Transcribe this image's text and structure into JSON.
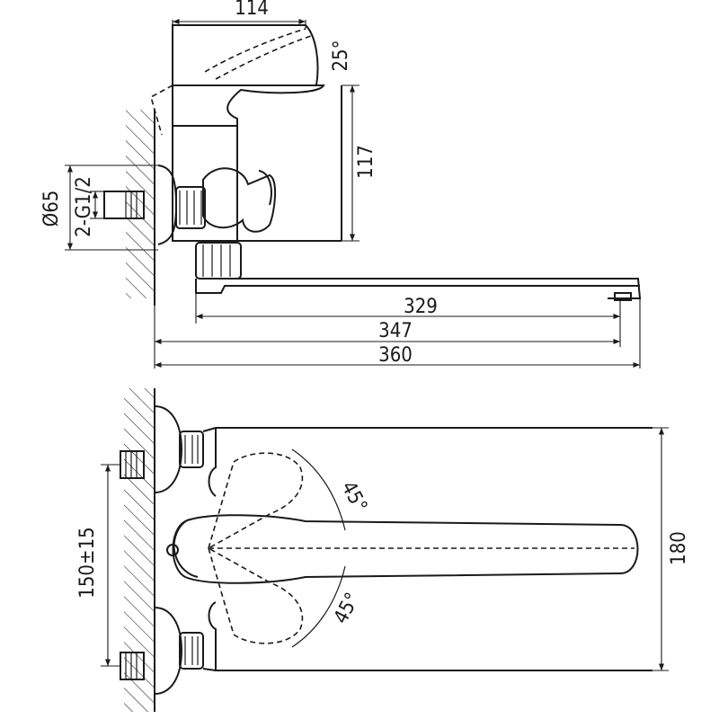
{
  "top_view": {
    "dim_width": "114",
    "dim_angle": "25°",
    "dim_height": "117",
    "dim_diameter": "Ø65",
    "dim_thread": "2-G1/2",
    "dim_spout_329": "329",
    "dim_spout_347": "347",
    "dim_total_360": "360"
  },
  "front_view": {
    "dim_angle_upper": "45°",
    "dim_angle_lower": "45°",
    "dim_centers": "150±15",
    "dim_height_180": "180"
  }
}
